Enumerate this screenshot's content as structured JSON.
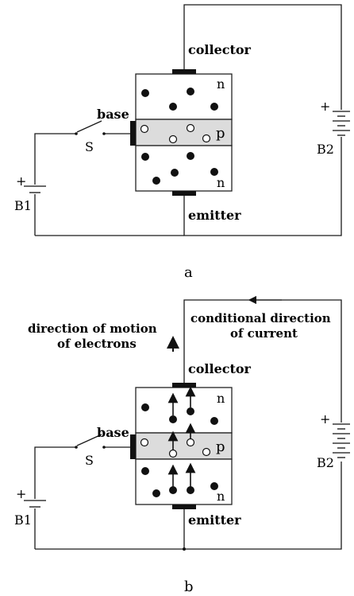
{
  "panels": [
    {
      "caption": "a",
      "labels": {
        "collector": "collector",
        "emitter": "emitter",
        "base": "base",
        "switch": "S",
        "battery1": "B1",
        "battery2": "B2",
        "plus": "+",
        "n_top": "n",
        "p": "p",
        "n_bottom": "n"
      }
    },
    {
      "caption": "b",
      "labels": {
        "collector": "collector",
        "emitter": "emitter",
        "base": "base",
        "switch": "S",
        "battery1": "B1",
        "battery2": "B2",
        "plus": "+",
        "n_top": "n",
        "p": "p",
        "n_bottom": "n"
      },
      "annotations": {
        "electrons_line1": "direction of motion",
        "electrons_line2": "of electrons",
        "current_line1": "conditional direction",
        "current_line2": "of current"
      }
    }
  ]
}
